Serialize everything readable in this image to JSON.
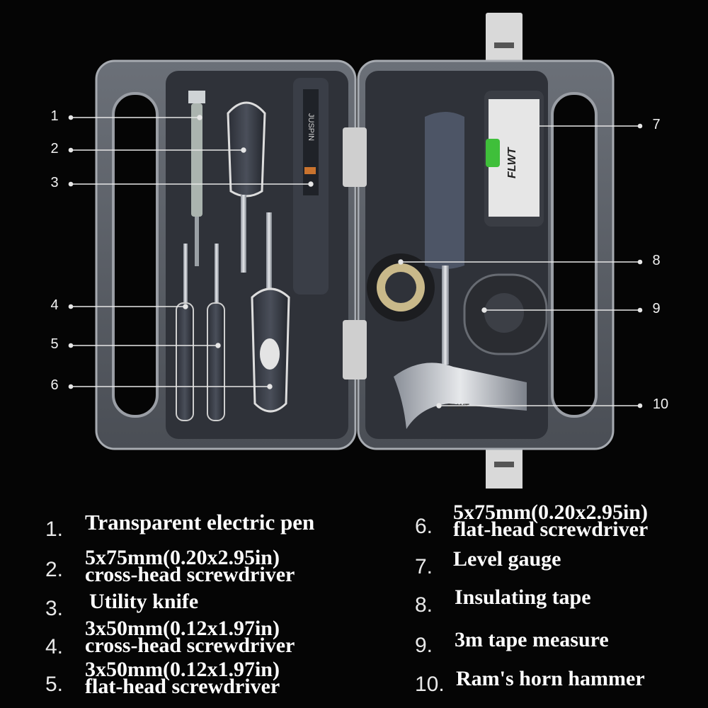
{
  "callouts": [
    "1",
    "2",
    "3",
    "4",
    "5",
    "6",
    "7",
    "8",
    "9",
    "10"
  ],
  "legend": [
    {
      "num": "1.",
      "text": "Transparent electric pen"
    },
    {
      "num": "2.",
      "text": "5x75mm(0.20x2.95in)\ncross-head screwdriver"
    },
    {
      "num": "3.",
      "text": "Utility knife"
    },
    {
      "num": "4.",
      "text": "3x50mm(0.12x1.97in)\ncross-head screwdriver"
    },
    {
      "num": "5.",
      "text": "3x50mm(0.12x1.97in)\nflat-head screwdriver"
    },
    {
      "num": "6.",
      "text": "5x75mm(0.20x2.95in)\nflat-head screwdriver"
    },
    {
      "num": "7.",
      "text": "Level gauge"
    },
    {
      "num": "8.",
      "text": "Insulating tape"
    },
    {
      "num": "9.",
      "text": "3m tape measure"
    },
    {
      "num": "10.",
      "text": "Ram's horn hammer"
    }
  ],
  "brand": "FLWT",
  "knife_marking": "JUSPIN",
  "colors": {
    "background": "#050505",
    "case": "#5a5e66",
    "tray": "#2f3239",
    "accent_green": "#3fbf3a",
    "tape_yellow": "#c9b98a"
  }
}
